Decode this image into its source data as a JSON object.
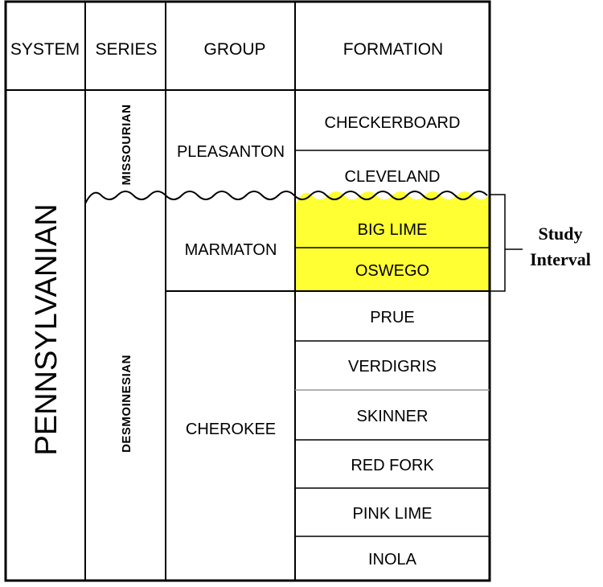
{
  "headers": {
    "system": "SYSTEM",
    "series": "SERIES",
    "group": "GROUP",
    "formation": "FORMATION"
  },
  "system": "PENNSYLVANIAN",
  "series": {
    "upper": "MISSOURIAN",
    "lower": "DESMOINESIAN"
  },
  "groups": {
    "pleasanton": "PLEASANTON",
    "marmaton": "MARMATON",
    "cherokee": "CHEROKEE"
  },
  "formations": {
    "checkerboard": "CHECKERBOARD",
    "cleveland": "CLEVELAND",
    "big_lime": "BIG LIME",
    "oswego": "OSWEGO",
    "prue": "PRUE",
    "verdigris": "VERDIGRIS",
    "skinner": "SKINNER",
    "red_fork": "RED FORK",
    "pink_lime": "PINK LIME",
    "inola": "INOLA"
  },
  "study_interval": {
    "line1": "Study",
    "line2": "Interval"
  },
  "colors": {
    "highlight": "#ffff33",
    "line": "#000000"
  }
}
